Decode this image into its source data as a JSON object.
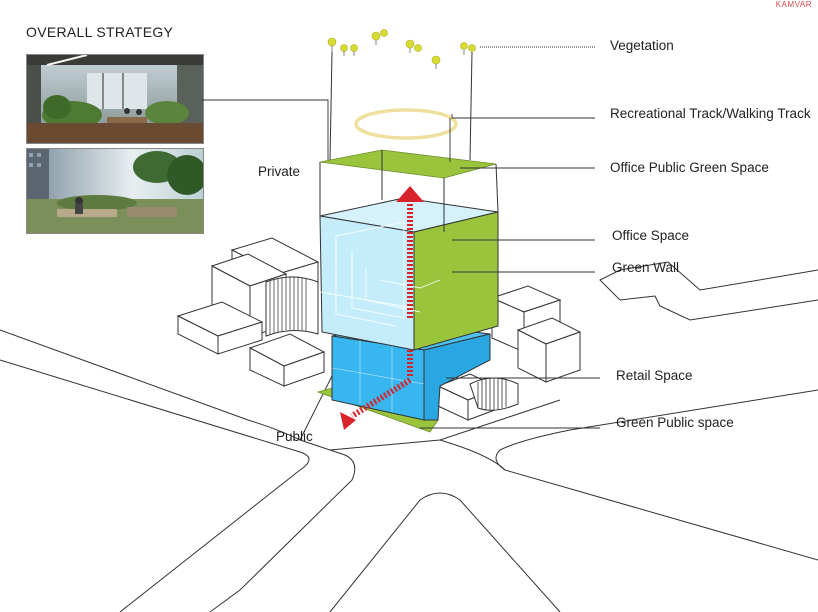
{
  "title": "OVERALL STRATEGY",
  "corner_mark": "KAMVAR",
  "labels": {
    "vegetation": "Vegetation",
    "track": "Recreational Track/Walking Track",
    "office_green": "Office Public Green Space",
    "office_space": "Office Space",
    "green_wall": "Green Wall",
    "retail": "Retail Space",
    "green_public": "Green Public space",
    "private": "Private",
    "public": "Public"
  },
  "colors": {
    "green": "#9ac43c",
    "office_blue": "#c5ecfb",
    "retail_blue": "#38b6f0",
    "arrow_red": "#d8232a",
    "track": "#efe0a0",
    "tree": "#d8dc32"
  }
}
